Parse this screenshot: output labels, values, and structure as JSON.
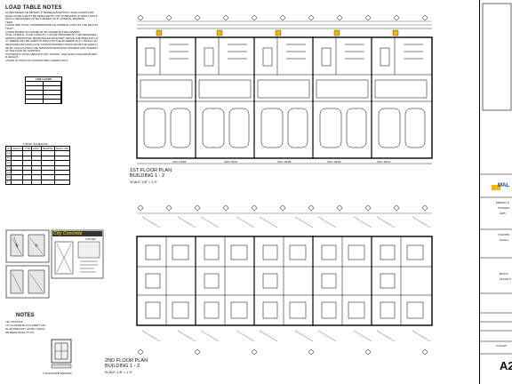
{
  "notes": {
    "title": "LOAD TABLE NOTES",
    "lines": [
      "ALUES BASED ON MIDWAY P SERIES EXCEPTION: SAFE LOADS FOR",
      "ELED LINTELS MUST BE REDUCED BY 33% IF BEARING IS LESS THAN 8 1/2\"",
      "OR ALL RECESSED LINTELS BASED ON 8\" NOMINAL BEARING.",
      "TEED.",
      "LOADS ARE TOTAL SUPERIMPOSED ALLOWABLE LOAD ON THE SECTION",
      "TIGHT.",
      "LOADS BASED ON GRADE 40 OR GRADE 60 FIELD REBAR.",
      "ONAL LATERAL LOAD CAPACITY CAN BE OBTAINED BY THE DESIGNER OF",
      "ADDING ADDITIONAL REINFORCED MASONRY ABOVE THE PRECAST LINTEL",
      "CT REBAR MAY BE SUBSTITUTED FOR THE #5 REBAR IN 8\" LINTELS ONLY",
      "DESIGNER MAY EVALUATE CONCENTRATED LOADS FROM THE SAFE LOAD",
      "SE BY CALCULATING THE MAXIMUM RESISTING MOMENT AND SHEAR AT",
      "AT THE FACE OF SUPPORT.",
      "CONVERTS LINTEL HEIGHTS NOT SHOWN. USE SAFE LOAD FROM NEXT",
      "R HEIGHT.",
      "LOADS IN UNITS OF POUNDS PER LINEAR FOOT"
    ]
  },
  "live_load": {
    "title": "LIVE LOADS",
    "rows": [
      [
        "",
        ""
      ],
      [
        "",
        ""
      ],
      [
        "",
        ""
      ],
      [
        "",
        ""
      ],
      [
        "",
        ""
      ]
    ]
  },
  "lintel_schedule": {
    "title": "LINTEL SCHEDULE",
    "headers": [
      "ID",
      "LENGTH",
      "TYPE",
      "DESC.",
      "BEARING",
      "SAFE LOAD"
    ],
    "rows": [
      [
        "L1",
        "",
        "",
        "",
        "",
        ""
      ],
      [
        "L2",
        "",
        "",
        "",
        "",
        ""
      ],
      [
        "L3",
        "",
        "",
        "",
        "",
        ""
      ],
      [
        "L4",
        "",
        "",
        "",
        "",
        ""
      ],
      [
        "L5",
        "",
        "",
        "",
        "",
        ""
      ],
      [
        "L6",
        "",
        "",
        "",
        "",
        ""
      ],
      [
        "L7",
        "",
        "",
        "",
        "",
        ""
      ]
    ]
  },
  "details": {
    "brand": "City Concrete",
    "label": "TOPVIEW"
  },
  "section_notes": {
    "title": "NOTES",
    "lines": [
      "TEL OPTIONS",
      "T'S CONCRETE CST-KRETT OR",
      "ULAR PRECAST LINTEL (NFPA)",
      "EE DEAD PAGE 27-ST)"
    ],
    "window_label": "TYP ESCAPE WINDOW"
  },
  "plan1": {
    "title": "1ST FLOOR PLAN",
    "subtitle": "BUILDING 1 - 2",
    "scale": "SCALE: 1/8\" = 1'-0\"",
    "units": [
      "UNIT 01/06",
      "UNIT 02/07",
      "UNIT 03/08",
      "UNIT 04/09",
      "UNIT 05/10"
    ]
  },
  "plan2": {
    "title": "2ND FLOOR PLAN",
    "subtitle": "BUILDING 1 - 2",
    "scale": "SCALE: 1/8\" = 1'-0\""
  },
  "title_block": {
    "company": "MAL",
    "lines": [
      "MIDWAY P",
      "TOWNHO",
      "2025",
      "7410 MID",
      "OCALA",
      "BUILDI",
      "FLOOR P"
    ],
    "date": "01.20.2025",
    "sheet": "A2"
  }
}
